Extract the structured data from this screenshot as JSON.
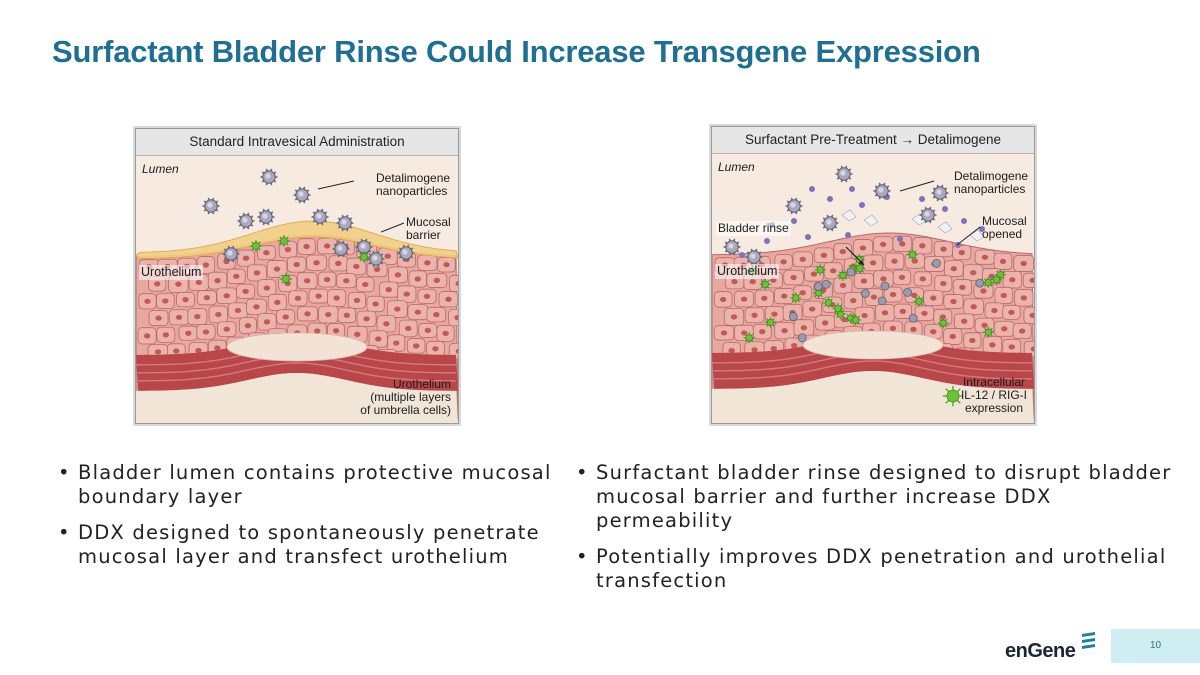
{
  "slide": {
    "title": "Surfactant Bladder Rinse Could Increase Transgene Expression",
    "page_number": "10",
    "logo_text": "enGene"
  },
  "left_panel": {
    "header": "Standard Intravesical Administration",
    "lumen": "Lumen",
    "nanoparticles_label": [
      "Detalimogene",
      "nanoparticles"
    ],
    "mucosal_label": [
      "Mucosal",
      "barrier"
    ],
    "urothelium_label": "Urothelium",
    "bottom_label": [
      "Urothelium",
      "(multiple layers",
      "of umbrella cells)"
    ]
  },
  "right_panel": {
    "header": "Surfactant Pre-Treatment → Detalimogene",
    "lumen": "Lumen",
    "nanoparticles_label": [
      "Detalimogene",
      "nanoparticles"
    ],
    "rinse_label": "Bladder rinse",
    "mucosal_label": [
      "Mucosal",
      "opened"
    ],
    "urothelium_label": "Urothelium",
    "expression_label": [
      "Intracellular",
      "IL-12 / RIG-I",
      "expression"
    ]
  },
  "left_bullets": [
    "Bladder lumen contains protective mucosal boundary layer",
    "DDX designed to spontaneously penetrate mucosal layer and transfect urothelium"
  ],
  "right_bullets": [
    "Surfactant bladder rinse designed to disrupt bladder mucosal barrier and further increase DDX permeability",
    "Potentially improves DDX penetration and urothelial transfection"
  ],
  "colors": {
    "title": "#1f6f93",
    "tissue": "#e8a89f",
    "cell_border": "#b8686a",
    "nucleus": "#c05a57",
    "muscle": "#b9474a",
    "mucosa": "#f2cf83",
    "expression_green": "#6cc23a",
    "page_box": "#cfeef2"
  }
}
